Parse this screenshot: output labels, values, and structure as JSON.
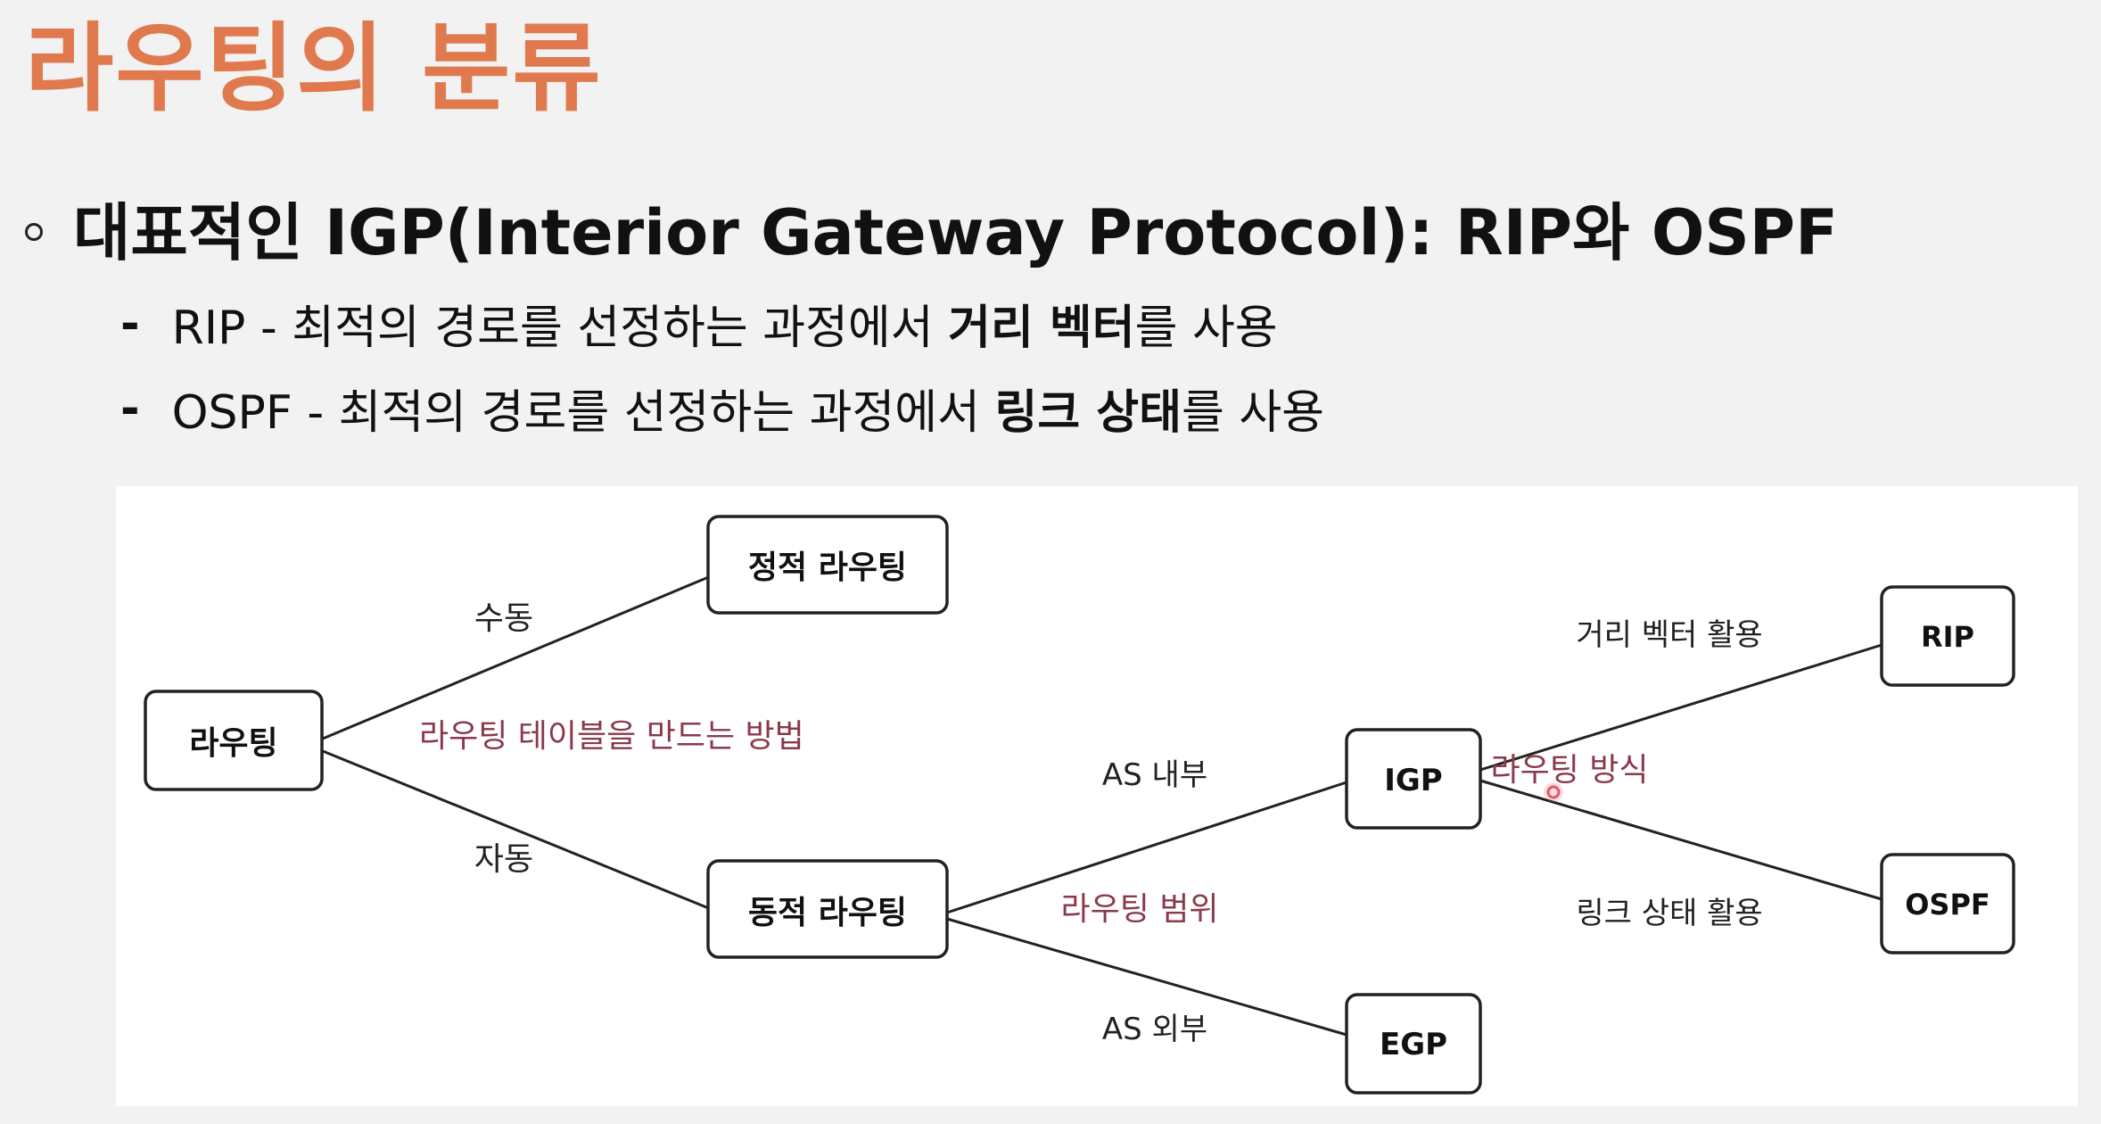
{
  "slide": {
    "title": "라우팅의 분류",
    "main_bullet": "대표적인 IGP(Interior Gateway Protocol): RIP와 OSPF",
    "sub_bullets": [
      {
        "dash": "-",
        "prefix": "RIP - 최적의 경로를 선정하는 과정에서 ",
        "bold": "거리 벡터",
        "suffix": "를 사용"
      },
      {
        "dash": "-",
        "prefix": "OSPF - 최적의 경로를 선정하는 과정에서 ",
        "bold": "링크 상태",
        "suffix": "를 사용"
      }
    ]
  },
  "diagram": {
    "nodes": {
      "routing": "라우팅",
      "static": "정적 라우팅",
      "dynamic": "동적 라우팅",
      "igp": "IGP",
      "egp": "EGP",
      "rip": "RIP",
      "ospf": "OSPF"
    },
    "edge_labels": {
      "manual": "수동",
      "auto": "자동",
      "as_inside": "AS 내부",
      "as_outside": "AS 외부",
      "distance_vector": "거리 벡터 활용",
      "link_state": "링크 상태 활용"
    },
    "category_labels": {
      "table_method": "라우팅 테이블을 만드는 방법",
      "scope": "라우팅 범위",
      "method": "라우팅 방식"
    },
    "colors": {
      "category": "#8a3a4c",
      "title": "#e07a4e",
      "pointer": "#e05a6a"
    }
  }
}
